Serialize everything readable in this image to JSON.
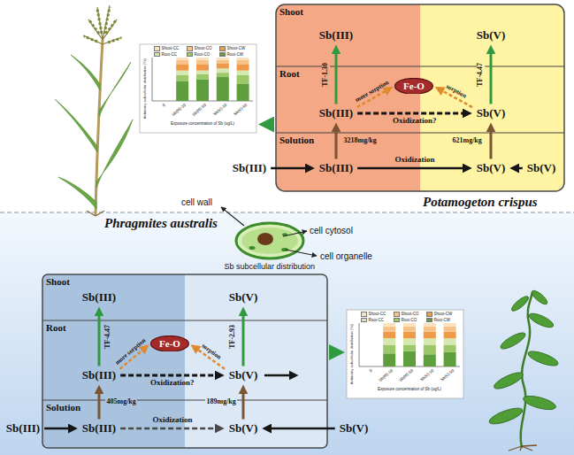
{
  "diagram": {
    "nodes": [
      {
        "text": [
          "Shoot"
        ]
      },
      {
        "text": [
          "Sb(III)"
        ],
        "in": 0
      },
      {
        "text": [
          "Sb(V)"
        ],
        "in": 0
      },
      {
        "text": [
          "Root"
        ]
      },
      {
        "text": [
          "Fe-O"
        ],
        "in": 3
      },
      {
        "text": [
          "Sb(III)"
        ],
        "in": 3
      },
      {
        "text": [
          "Sb(V)"
        ],
        "in": 3
      },
      {
        "text": [
          "Solution"
        ]
      },
      {
        "text": [
          "Sb(III)"
        ]
      },
      {
        "text": [
          "Sb(III)"
        ],
        "in": 7
      },
      {
        "text": [
          "Sb(V)"
        ],
        "in": 7
      },
      {
        "text": [
          "Sb(V)"
        ],
        "in": 7
      },
      {
        "text": [
          "Antimony subcellular distribution (%)",
          "Exposure concentration of Sb (ug/L)"
        ]
      },
      {
        "text": [
          "Shoot"
        ]
      },
      {
        "text": [
          "Sb(III)"
        ],
        "in": 13
      },
      {
        "text": [
          "Sb(V)"
        ],
        "in": 13
      },
      {
        "text": [
          "Root"
        ]
      },
      {
        "text": [
          "Fe-O"
        ],
        "in": 16
      },
      {
        "text": [
          "Sb(III)"
        ],
        "in": 16
      },
      {
        "text": [
          "Sb(V)"
        ],
        "in": 16
      },
      {
        "text": [
          "Solution"
        ]
      },
      {
        "text": [
          "Sb(III)"
        ]
      },
      {
        "text": [
          "Sb(III)"
        ],
        "in": 20
      },
      {
        "text": [
          "Sb(V)"
        ],
        "in": 20
      },
      {
        "text": [
          "Sb(V)"
        ]
      },
      {
        "text": [
          "Antimony subcellular distribution (%)",
          "Exposure concentration of Sb (ug/L)"
        ]
      }
    ],
    "edges": [
      {
        "from": 8,
        "to": 9,
        "arrow": "to"
      },
      {
        "from": 9,
        "to": 10,
        "label": "Oxidization",
        "arrow": "to"
      },
      {
        "from": 11,
        "to": 10,
        "arrow": "to"
      },
      {
        "from": 9,
        "to": 5,
        "label": "3218mg/kg",
        "arrow": "to"
      },
      {
        "from": 10,
        "to": 6,
        "label": "621mg/kg",
        "arrow": "to"
      },
      {
        "from": 5,
        "to": 1,
        "label": "TF-1.30",
        "arrow": "to"
      },
      {
        "from": 6,
        "to": 2,
        "label": "TF-4.47",
        "arrow": "to"
      },
      {
        "from": 5,
        "to": 6,
        "label": "Oxidization?",
        "arrow": "to"
      },
      {
        "from": 5,
        "to": 4,
        "label": "more sorption",
        "arrow": "to"
      },
      {
        "from": 6,
        "to": 4,
        "label": "sorption",
        "arrow": "to"
      },
      {
        "from": 3,
        "to": 12,
        "arrow": "to"
      },
      {
        "from": 21,
        "to": 22,
        "arrow": "to"
      },
      {
        "from": 22,
        "to": 23,
        "label": "Oxidization",
        "arrow": "to"
      },
      {
        "from": 24,
        "to": 23,
        "arrow": "to"
      },
      {
        "from": 22,
        "to": 18,
        "label": "405mg/kg",
        "arrow": "to"
      },
      {
        "from": 23,
        "to": 19,
        "label": "189mg/kg",
        "arrow": "to"
      },
      {
        "from": 18,
        "to": 14,
        "label": "TF-4.47",
        "arrow": "to"
      },
      {
        "from": 19,
        "to": 15,
        "label": "TF-2.93",
        "arrow": "to"
      },
      {
        "from": 18,
        "to": 19,
        "label": "Oxidization?",
        "arrow": "to"
      },
      {
        "from": 18,
        "to": 17,
        "label": "more sorption",
        "arrow": "to"
      },
      {
        "from": 19,
        "to": 17,
        "label": "sorption",
        "arrow": "to"
      },
      {
        "from": 16,
        "to": 25,
        "arrow": "to"
      }
    ],
    "labels": [
      "Potamogeton crispus",
      "Phragmites australis",
      "cell wall",
      "cell cytosol",
      "cell organelle",
      "Sb subcellular distribution",
      "0",
      "Sb(III)-10",
      "Sb(III)-50",
      "Sb(V)-10",
      "Sb(V)-50",
      "0",
      "Sb(III)-10",
      "Sb(III)-50",
      "Sb(V)-10",
      "Sb(V)-50"
    ],
    "legend": [
      {
        "text": "Shoot-CC",
        "color": "#fbe2bf"
      },
      {
        "text": "Shoot-CO",
        "color": "#f6c48a"
      },
      {
        "text": "Shoot-CW",
        "color": "#ee9a48"
      },
      {
        "text": "Root-CC",
        "color": "#d4e8b0"
      },
      {
        "text": "Root-CO",
        "color": "#9cc86a"
      },
      {
        "text": "Root-CW",
        "color": "#5e9e3c"
      },
      {
        "text": "Shoot-CC",
        "color": "#fbe2bf"
      },
      {
        "text": "Shoot-CO",
        "color": "#f6c48a"
      },
      {
        "text": "Shoot-CW",
        "color": "#ee9a48"
      },
      {
        "text": "Root-CC",
        "color": "#d4e8b0"
      },
      {
        "text": "Root-CO",
        "color": "#9cc86a"
      },
      {
        "text": "Root-CW",
        "color": "#5e9e3c"
      }
    ]
  }
}
